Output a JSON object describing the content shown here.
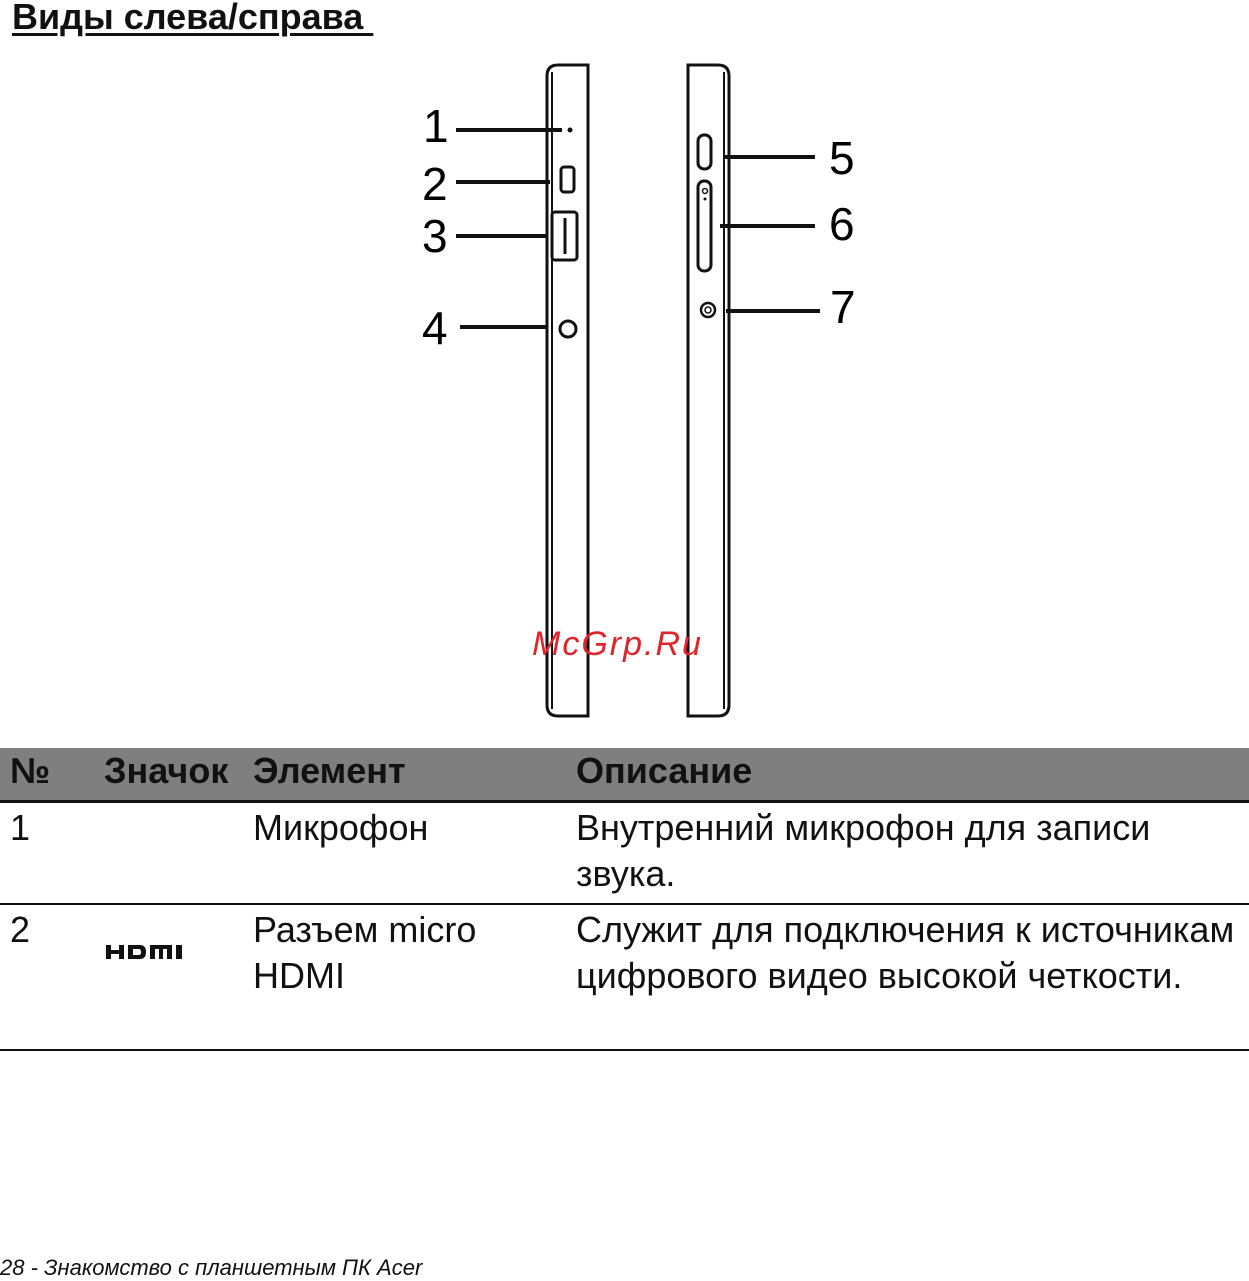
{
  "page": {
    "title": "Виды слева/справа ",
    "footer": "28 - Знакомство с планшетным ПК Acer"
  },
  "diagram": {
    "callouts_left": [
      "1",
      "2",
      "3",
      "4"
    ],
    "callouts_right": [
      "5",
      "6",
      "7"
    ]
  },
  "watermark": "McGrp.Ru",
  "table": {
    "headers": {
      "num": "№",
      "icon": "Значок",
      "element": "Элемент",
      "description": "Описание"
    },
    "rows": [
      {
        "num": "1",
        "icon": "",
        "element": "Микрофон",
        "description": "Внутренний микрофон для записи звука."
      },
      {
        "num": "2",
        "icon": "hdmi-icon",
        "element": "Разъем micro HDMI",
        "description": "Служит для подключения к источникам цифрового видео высокой четкости."
      }
    ]
  },
  "colors": {
    "header_bg": "#7f7f7f",
    "watermark": "#e0242a"
  }
}
